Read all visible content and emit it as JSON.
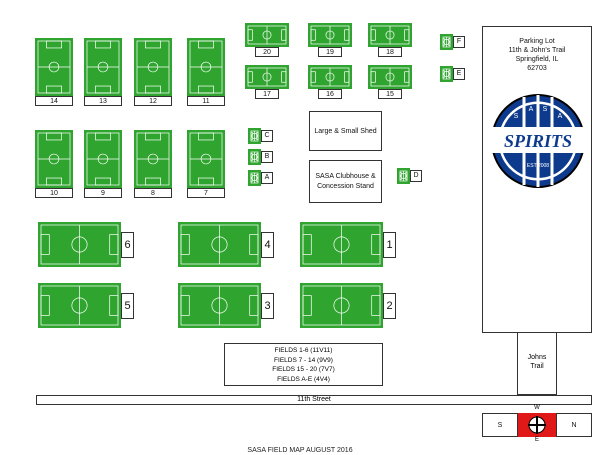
{
  "fields_large": [
    "6",
    "4",
    "1",
    "5",
    "3",
    "2"
  ],
  "fields_9v9": [
    "14",
    "13",
    "12",
    "11",
    "10",
    "9",
    "8",
    "7"
  ],
  "fields_7v7": [
    "20",
    "19",
    "18",
    "17",
    "16",
    "15"
  ],
  "fields_4v4": [
    "C",
    "B",
    "A",
    "D",
    "F",
    "E"
  ],
  "shed": "Large & Small Shed",
  "clubhouse": [
    "SASA Clubhouse &",
    "Concession Stand"
  ],
  "parking": [
    "Parking Lot",
    "11th & John's Trail",
    "Springfield, IL",
    "62703"
  ],
  "logo": {
    "text": "SPIRITS",
    "letters": [
      "S",
      "A",
      "S",
      "A"
    ],
    "est": "EST 2008",
    "color": "#0d3a8c"
  },
  "legend": [
    "FIELDS 1-6 (11V11)",
    "FIELDS 7 - 14 (9V9)",
    "FIELDS 15 - 20 (7V7)",
    "FIELDS A-E (4V4)"
  ],
  "street": "11th Street",
  "johns_trail": [
    "Johns",
    "Trail"
  ],
  "compass": {
    "n": "N",
    "s": "S",
    "e": "E",
    "w": "W"
  },
  "title": "SASA FIELD MAP AUGUST 2016",
  "colors": {
    "field": "#2fa52f",
    "compass": "#e01818"
  }
}
